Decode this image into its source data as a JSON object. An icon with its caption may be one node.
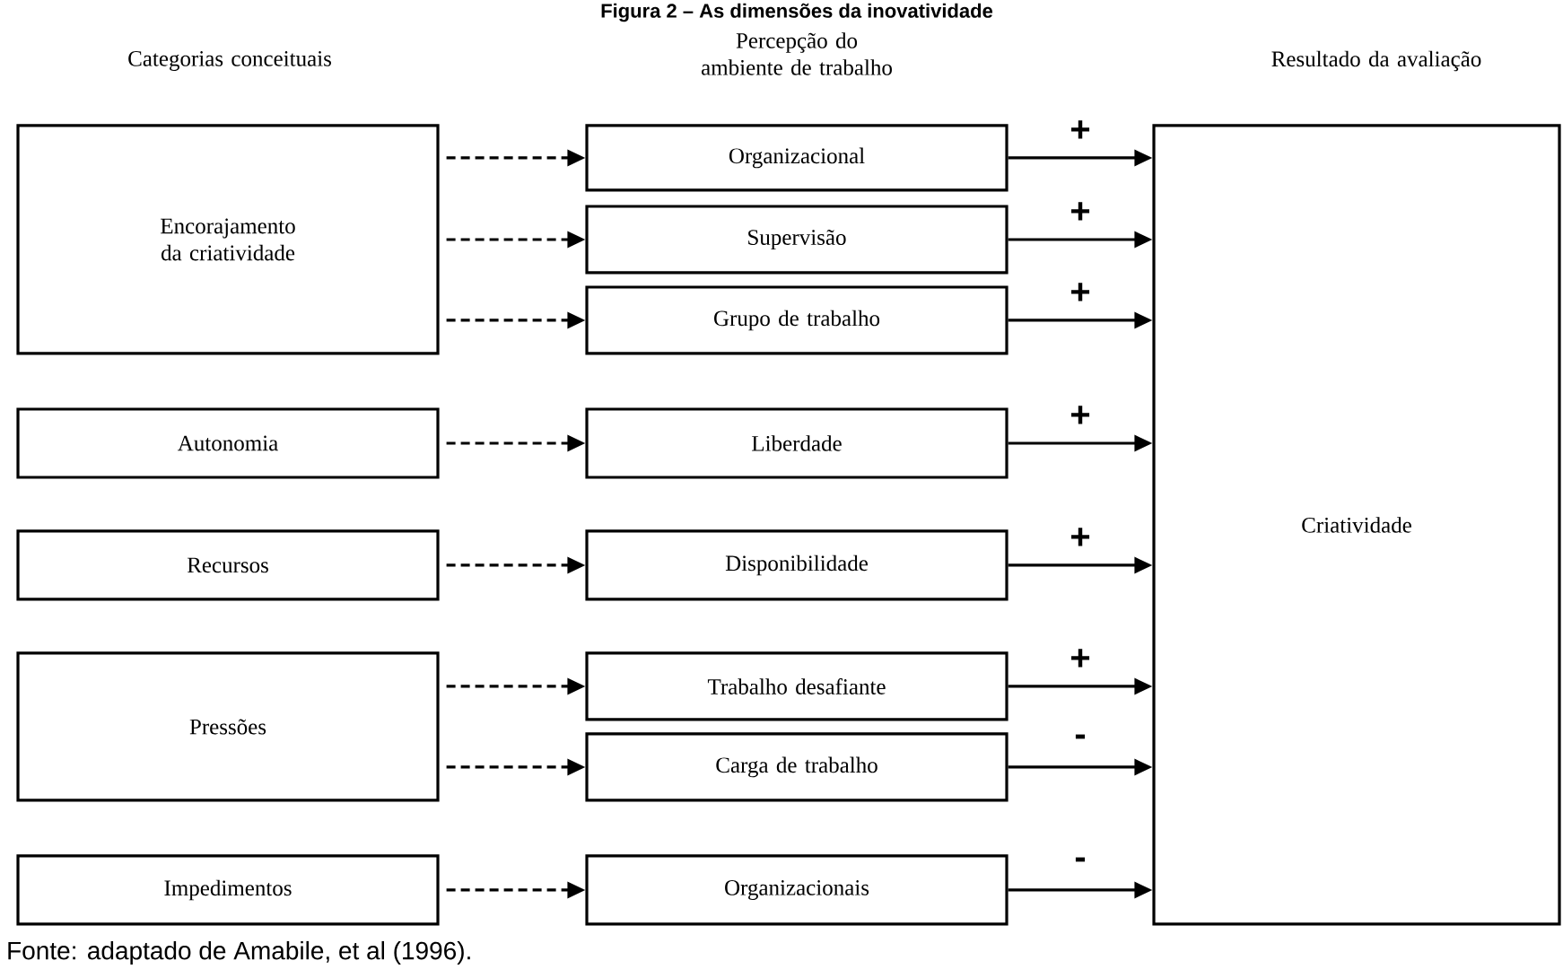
{
  "diagram": {
    "title": "Figura 2 – As dimensões da inovatividade",
    "caption": "Fonte: adaptado de Amabile, et al (1996).",
    "nodes": [
      {
        "text": [
          "Encorajamento da criatividade"
        ]
      },
      {
        "text": [
          "Autonomia"
        ]
      },
      {
        "text": [
          "Recursos"
        ]
      },
      {
        "text": [
          "Pressões"
        ]
      },
      {
        "text": [
          "Impedimentos"
        ]
      },
      {
        "text": [
          "Organizacional"
        ]
      },
      {
        "text": [
          "Supervisão"
        ]
      },
      {
        "text": [
          "Grupo de trabalho"
        ]
      },
      {
        "text": [
          "Liberdade"
        ]
      },
      {
        "text": [
          "Disponibilidade"
        ]
      },
      {
        "text": [
          "Trabalho desafiante"
        ]
      },
      {
        "text": [
          "Carga de trabalho"
        ]
      },
      {
        "text": [
          "Organizacionais"
        ]
      },
      {
        "text": [
          "Criatividade"
        ]
      }
    ],
    "edges": [
      {
        "from": 0,
        "to": 5,
        "arrow": "to",
        "style": "dashed"
      },
      {
        "from": 0,
        "to": 6,
        "arrow": "to",
        "style": "dashed"
      },
      {
        "from": 0,
        "to": 7,
        "arrow": "to",
        "style": "dashed"
      },
      {
        "from": 1,
        "to": 8,
        "arrow": "to",
        "style": "dashed"
      },
      {
        "from": 2,
        "to": 9,
        "arrow": "to",
        "style": "dashed"
      },
      {
        "from": 3,
        "to": 10,
        "arrow": "to",
        "style": "dashed"
      },
      {
        "from": 3,
        "to": 11,
        "arrow": "to",
        "style": "dashed"
      },
      {
        "from": 4,
        "to": 12,
        "arrow": "to",
        "style": "dashed"
      },
      {
        "from": 5,
        "to": 13,
        "arrow": "to",
        "label": "+"
      },
      {
        "from": 6,
        "to": 13,
        "arrow": "to",
        "label": "+"
      },
      {
        "from": 7,
        "to": 13,
        "arrow": "to",
        "label": "+"
      },
      {
        "from": 8,
        "to": 13,
        "arrow": "to",
        "label": "+"
      },
      {
        "from": 9,
        "to": 13,
        "arrow": "to",
        "label": "+"
      },
      {
        "from": 10,
        "to": 13,
        "arrow": "to",
        "label": "+"
      },
      {
        "from": 11,
        "to": 13,
        "arrow": "to",
        "label": "-"
      },
      {
        "from": 12,
        "to": 13,
        "arrow": "to",
        "label": "-"
      }
    ],
    "labels": [
      "Categorias conceituais",
      "Percepção do ambiente de trabalho",
      "Resultado da avaliação"
    ]
  }
}
